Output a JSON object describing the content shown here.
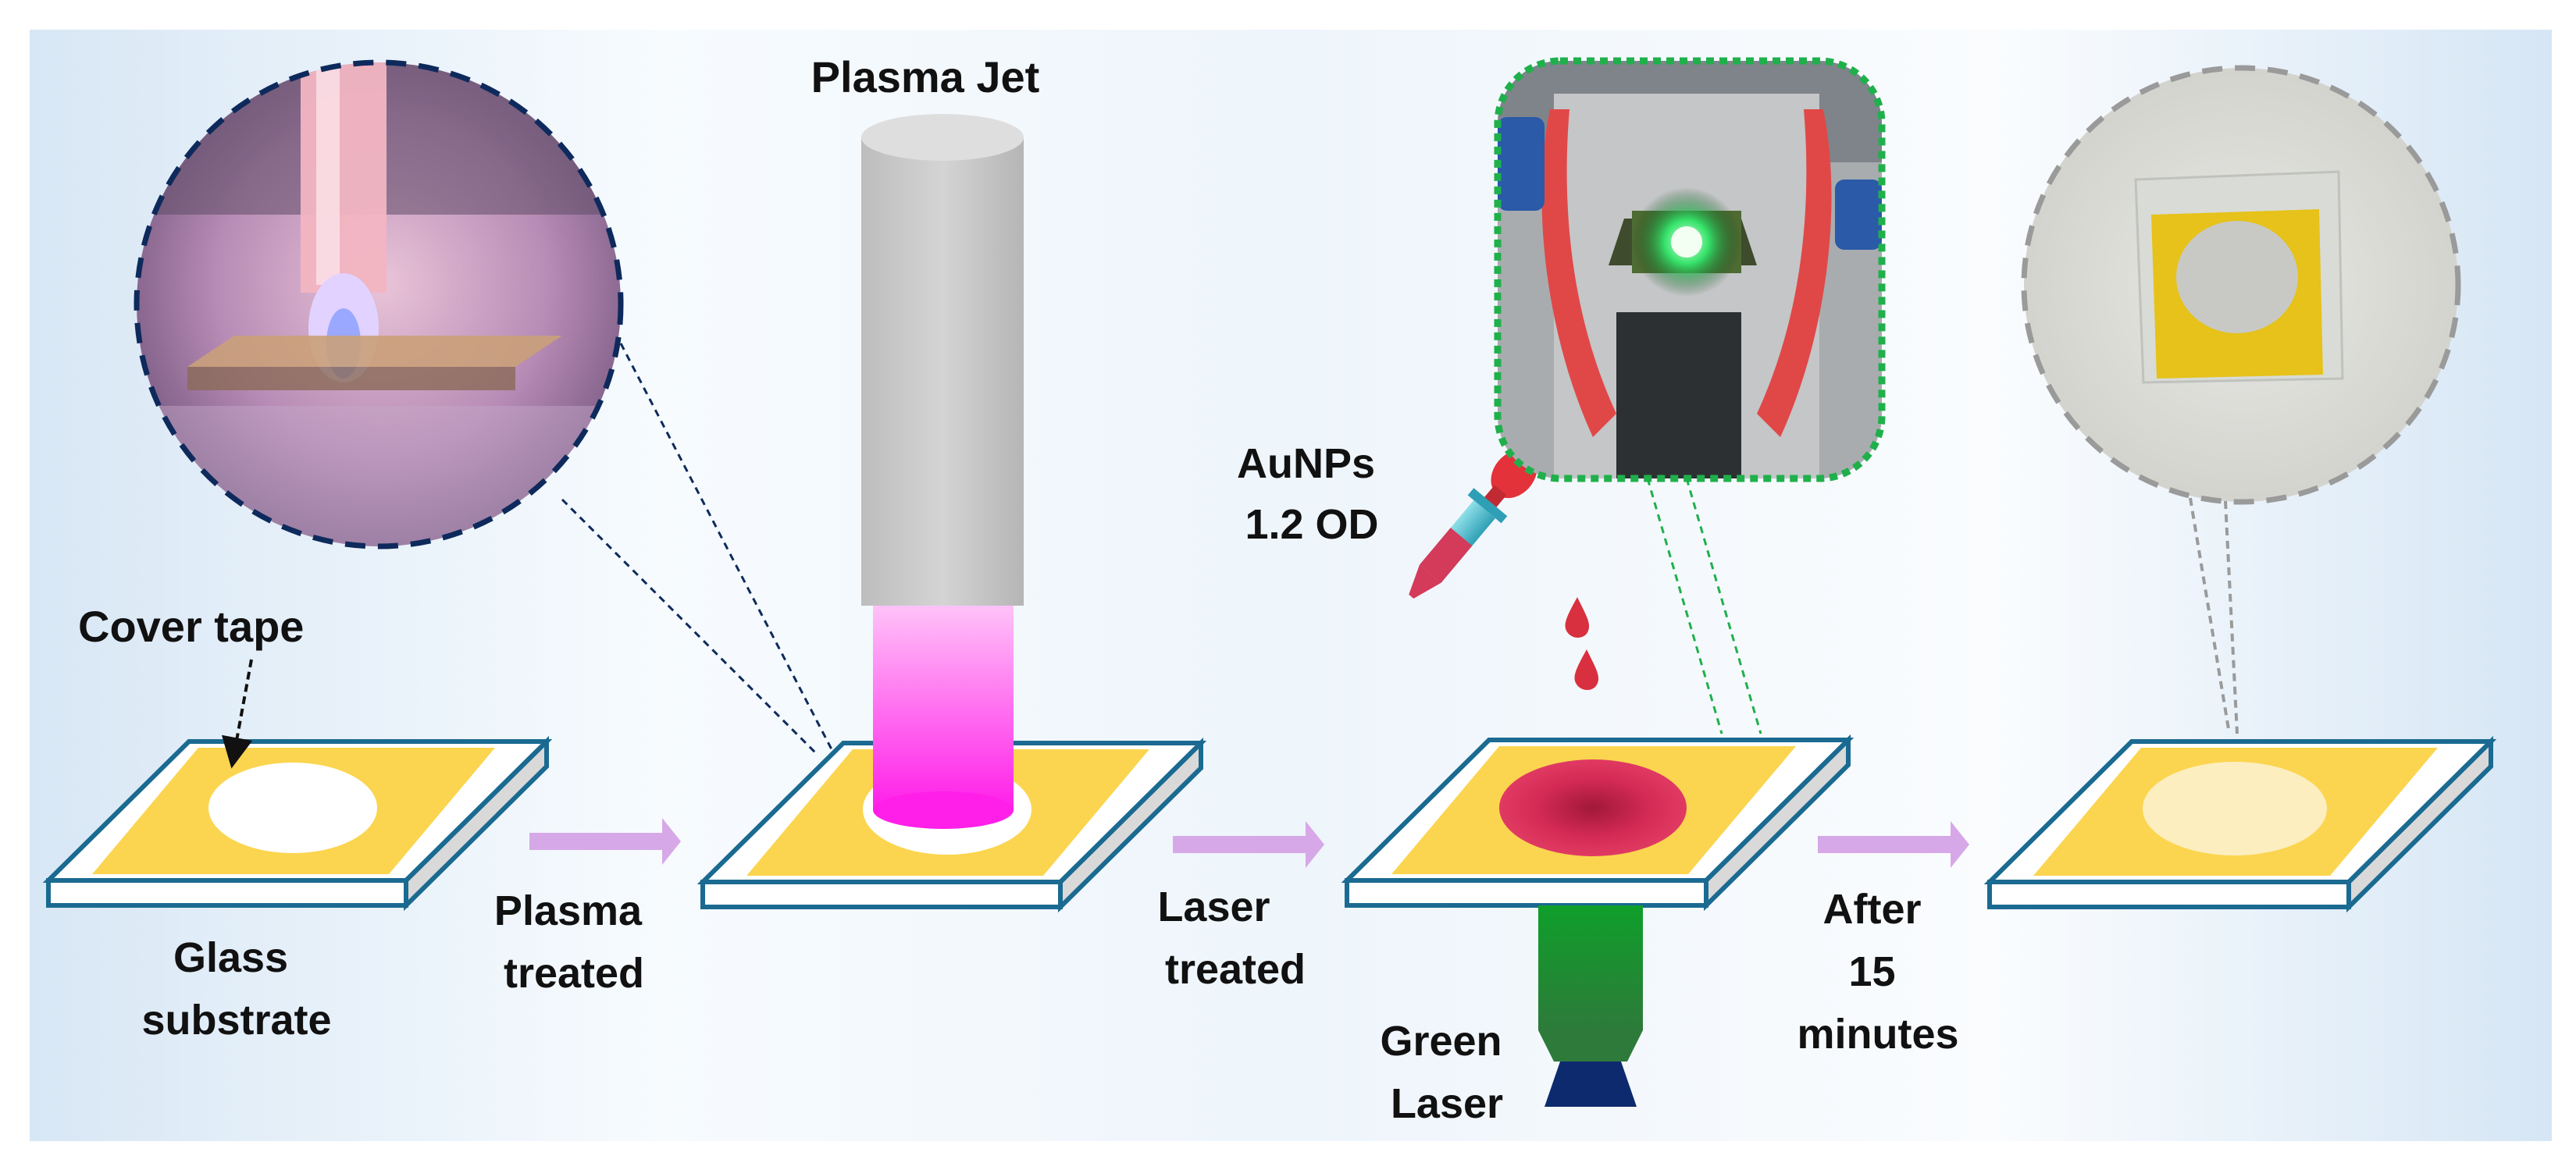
{
  "labels": {
    "cover_tape": "Cover tape",
    "glass_line1": "Glass",
    "glass_line2": "substrate",
    "plasma_line1": "Plasma",
    "plasma_line2": "treated",
    "plasma_jet": "Plasma Jet",
    "laser_line1": "Laser",
    "laser_line2": "treated",
    "aunps_line1": "AuNPs",
    "aunps_line2": "1.2 OD",
    "green_laser_line1": "Green",
    "green_laser_line2": "Laser",
    "after_line1": "After",
    "after_line2": "15",
    "after_line3": "minutes"
  },
  "colors": {
    "tape_yellow": "#fbd54f",
    "glass_edge": "#1a6a91",
    "arrow": "#d7a8e8",
    "plasma_magenta": "#ff1fe8",
    "jet_gray": "#c8c8c8",
    "aunp_red": "#d42a55",
    "laser_green": "#1f8f2e",
    "laser_navy": "#0d2a6e",
    "zoom_navy": "#0e2a5c",
    "zoom_green": "#1fb04c",
    "zoom_gray": "#9a9a9a"
  },
  "icons": {
    "dropper": "pipette-icon",
    "drops": "droplet-icon"
  }
}
